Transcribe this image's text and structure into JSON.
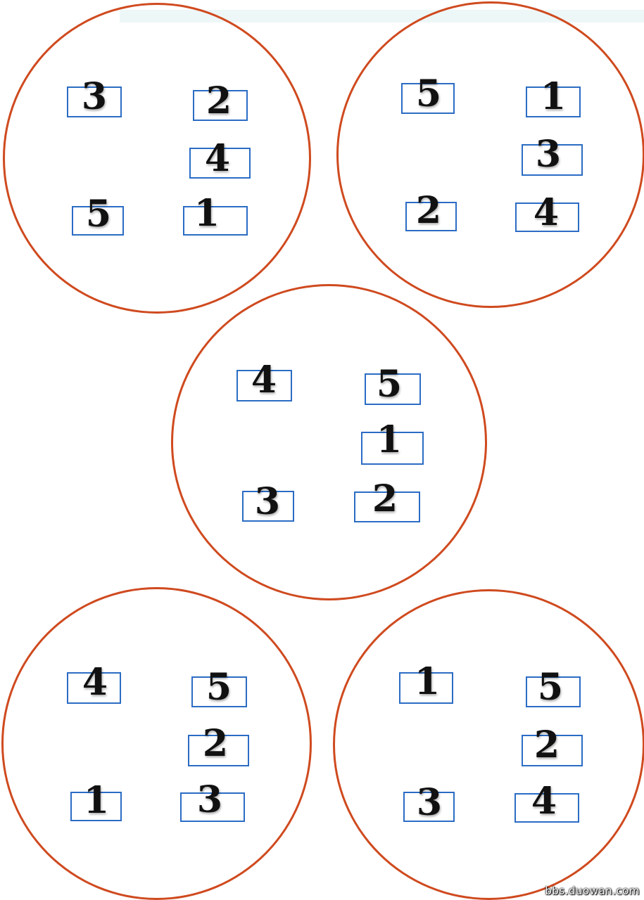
{
  "accent": {
    "circle_color": "#cf4a1f",
    "slot_color": "#2b6cc4"
  },
  "circles": [
    {
      "labels": [
        "3",
        "2",
        "4",
        "5",
        "1"
      ]
    },
    {
      "labels": [
        "5",
        "1",
        "3",
        "2",
        "4"
      ]
    },
    {
      "labels": [
        "4",
        "5",
        "1",
        "3",
        "2"
      ]
    },
    {
      "labels": [
        "4",
        "5",
        "2",
        "1",
        "3"
      ]
    },
    {
      "labels": [
        "1",
        "5",
        "2",
        "3",
        "4"
      ]
    }
  ],
  "watermark": "bbs.duowan.com"
}
